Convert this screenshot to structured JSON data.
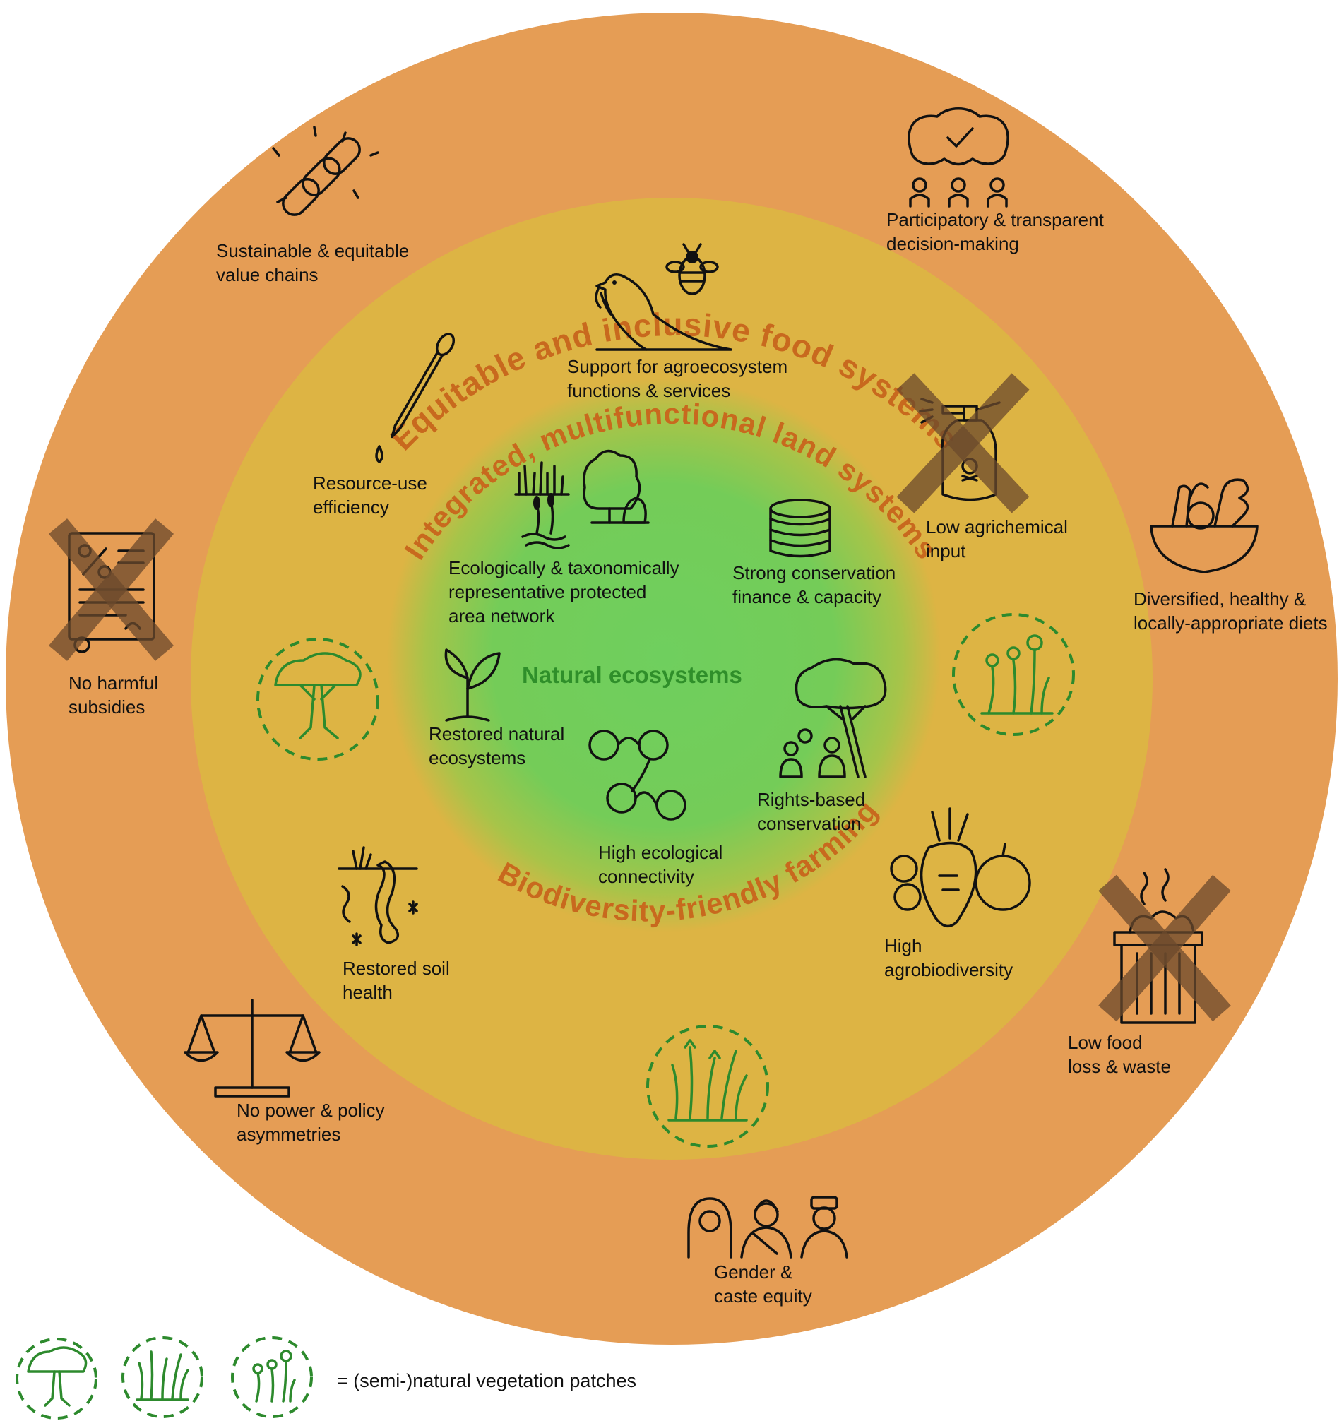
{
  "rings": {
    "outer_title": "Equitable and inclusive food systems",
    "middle_title_top": "Integrated, multifunctional land systems",
    "middle_title_bottom": "Biodiversity-friendly farming",
    "core_title": "Natural ecosystems"
  },
  "outer_items": {
    "value_chains": "Sustainable & equitable\nvalue chains",
    "decision_making": "Participatory & transparent\ndecision-making",
    "diets": "Diversified, healthy &\nlocally-appropriate diets",
    "subsidies": "No harmful\nsubsidies",
    "food_waste": "Low food\nloss & waste",
    "power": "No power & policy\nasymmetries",
    "gender": "Gender &\ncaste equity"
  },
  "middle_items": {
    "agroecosystem": "Support for agroecosystem\nfunctions & services",
    "resource_use": "Resource-use\nefficiency",
    "agrichemical": "Low agrichemical\ninput",
    "soil": "Restored soil\nhealth",
    "agrobiodiversity": "High\nagrobiodiversity"
  },
  "core_items": {
    "protected_areas": "Ecologically & taxonomically\nrepresentative protected\narea network",
    "finance": "Strong conservation\nfinance & capacity",
    "restored": "Restored natural\necosystems",
    "rights": "Rights-based\nconservation",
    "connectivity": "High ecological\nconnectivity"
  },
  "legend": {
    "text": "= (semi-)natural vegetation patches"
  },
  "colors": {
    "outer_ring": "#e59d55",
    "middle_ring": "#ddb444",
    "core": "#6fcf5e",
    "ring_title": "#c8691e",
    "core_title": "#2f8f2a",
    "patch": "#2d8a2d",
    "cross": "#6b4a2c"
  }
}
